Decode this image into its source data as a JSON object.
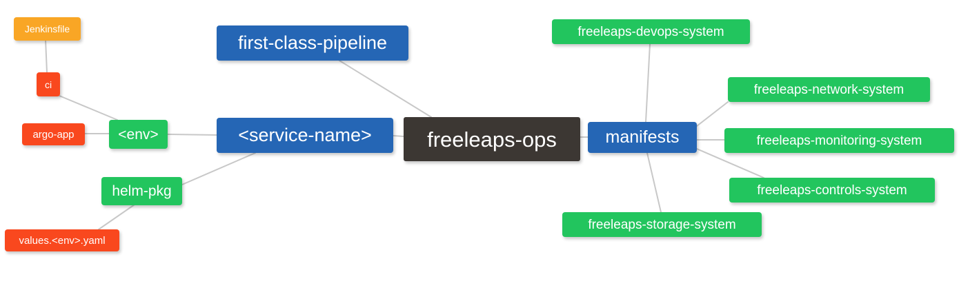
{
  "diagram": {
    "type": "mindmap",
    "title": "freeleaps-ops",
    "background": "#ffffff",
    "edge_color": "#c8c8c8",
    "palette": {
      "root": "#3c3733",
      "blue": "#2566b5",
      "green": "#22c55e",
      "orange": "#f9a625",
      "red": "#f9481e",
      "text": "#ffffff"
    }
  },
  "nodes": [
    {
      "id": "root",
      "label": "freeleaps-ops",
      "color": "#3c3733",
      "level": 0
    },
    {
      "id": "svc",
      "label": "<service-name>",
      "color": "#2566b5",
      "level": 1
    },
    {
      "id": "pipeline",
      "label": "first-class-pipeline",
      "color": "#2566b5",
      "level": 1
    },
    {
      "id": "manifests",
      "label": "manifests",
      "color": "#2566b5",
      "level": 1
    },
    {
      "id": "env",
      "label": "<env>",
      "color": "#22c55e",
      "level": 2
    },
    {
      "id": "helmpkg",
      "label": "helm-pkg",
      "color": "#22c55e",
      "level": 2
    },
    {
      "id": "ci",
      "label": "ci",
      "color": "#f9481e",
      "level": 3
    },
    {
      "id": "jenkinsfile",
      "label": "Jenkinsfile",
      "color": "#f9a625",
      "level": 4
    },
    {
      "id": "argoapp",
      "label": "argo-app",
      "color": "#f9481e",
      "level": 3
    },
    {
      "id": "valuesyaml",
      "label": "values.<env>.yaml",
      "color": "#f9481e",
      "level": 3
    },
    {
      "id": "devops",
      "label": "freeleaps-devops-system",
      "color": "#22c55e",
      "level": 2
    },
    {
      "id": "network",
      "label": "freeleaps-network-system",
      "color": "#22c55e",
      "level": 2
    },
    {
      "id": "monitoring",
      "label": "freeleaps-monitoring-system",
      "color": "#22c55e",
      "level": 2
    },
    {
      "id": "controls",
      "label": "freeleaps-controls-system",
      "color": "#22c55e",
      "level": 2
    },
    {
      "id": "storage",
      "label": "freeleaps-storage-system",
      "color": "#22c55e",
      "level": 2
    }
  ],
  "edges": [
    {
      "from": "root",
      "to": "svc"
    },
    {
      "from": "root",
      "to": "pipeline"
    },
    {
      "from": "root",
      "to": "manifests"
    },
    {
      "from": "svc",
      "to": "env"
    },
    {
      "from": "svc",
      "to": "helmpkg"
    },
    {
      "from": "env",
      "to": "ci"
    },
    {
      "from": "env",
      "to": "argoapp"
    },
    {
      "from": "ci",
      "to": "jenkinsfile"
    },
    {
      "from": "helmpkg",
      "to": "valuesyaml"
    },
    {
      "from": "manifests",
      "to": "devops"
    },
    {
      "from": "manifests",
      "to": "network"
    },
    {
      "from": "manifests",
      "to": "monitoring"
    },
    {
      "from": "manifests",
      "to": "controls"
    },
    {
      "from": "manifests",
      "to": "storage"
    }
  ]
}
